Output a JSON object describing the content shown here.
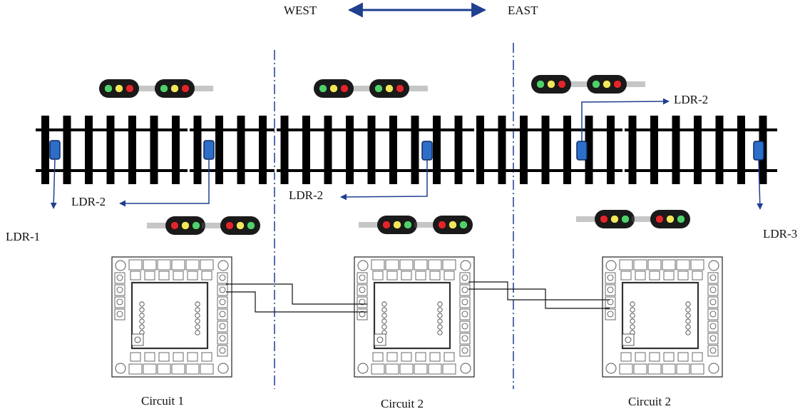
{
  "direction": {
    "west": "WEST",
    "east": "EAST",
    "arrow_color": "#1f3f8f"
  },
  "ldr_labels": {
    "ldr1": "LDR-1",
    "ldr2_left": "LDR-2",
    "ldr2_mid": "LDR-2",
    "ldr2_right": "LDR-2",
    "ldr3": "LDR-3"
  },
  "circuits": [
    {
      "caption": "Circuit 1"
    },
    {
      "caption": "Circuit 2"
    },
    {
      "caption": "Circuit 2"
    }
  ],
  "signal_colors": {
    "red": "#e0262b",
    "yellow": "#f1e75a",
    "green": "#4fd06a"
  },
  "signals_top": [
    [
      "green",
      "yellow",
      "red"
    ],
    [
      "green",
      "yellow",
      "red"
    ],
    [
      "green",
      "yellow",
      "red"
    ],
    [
      "green",
      "yellow",
      "red"
    ],
    [
      "green",
      "yellow",
      "red"
    ],
    [
      "green",
      "yellow",
      "red"
    ]
  ],
  "signals_bottom": [
    [
      "red",
      "yellow",
      "green"
    ],
    [
      "red",
      "yellow",
      "green"
    ],
    [
      "red",
      "yellow",
      "green"
    ],
    [
      "red",
      "yellow",
      "green"
    ],
    [
      "red",
      "yellow",
      "green"
    ],
    [
      "red",
      "yellow",
      "green"
    ]
  ],
  "ldr_color": "#2d6ec9"
}
